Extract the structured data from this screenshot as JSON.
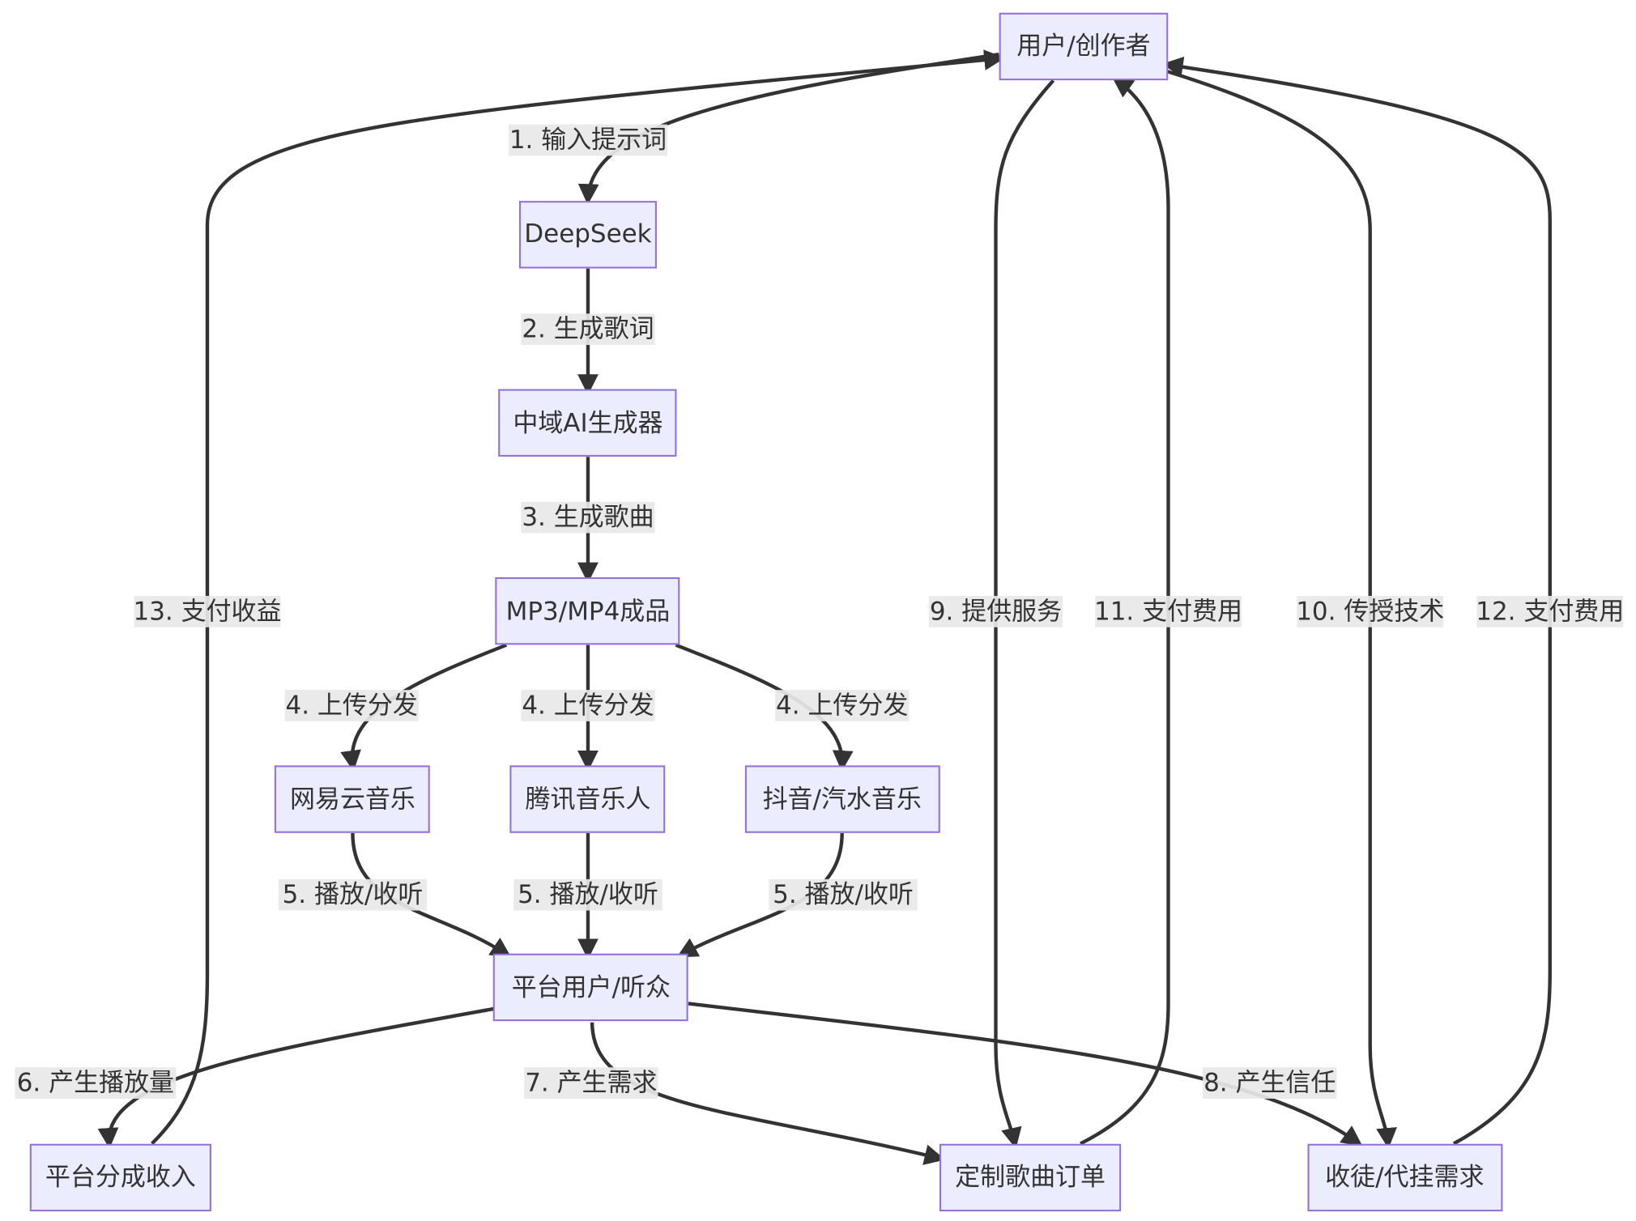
{
  "nodes": {
    "user": "用户/创作者",
    "deepseek": "DeepSeek",
    "zhongyu": "中域AI生成器",
    "mp3": "MP3/MP4成品",
    "netease": "网易云音乐",
    "tencent": "腾讯音乐人",
    "douyin": "抖音/汽水音乐",
    "listeners": "平台用户/听众",
    "revenue": "平台分成收入",
    "custom": "定制歌曲订单",
    "apprentice": "收徒/代挂需求"
  },
  "edges": {
    "e1": "1. 输入提示词",
    "e2": "2. 生成歌词",
    "e3": "3. 生成歌曲",
    "e4a": "4. 上传分发",
    "e4b": "4. 上传分发",
    "e4c": "4. 上传分发",
    "e5a": "5. 播放/收听",
    "e5b": "5. 播放/收听",
    "e5c": "5. 播放/收听",
    "e6": "6. 产生播放量",
    "e7": "7. 产生需求",
    "e8": "8. 产生信任",
    "e9": "9. 提供服务",
    "e10": "10. 传授技术",
    "e11": "11. 支付费用",
    "e12": "12. 支付费用",
    "e13": "13. 支付收益"
  },
  "colors": {
    "node_fill": "#ECECFF",
    "node_stroke": "#9370DB",
    "edge": "#333333",
    "label_bg": "#e8e8e8"
  }
}
